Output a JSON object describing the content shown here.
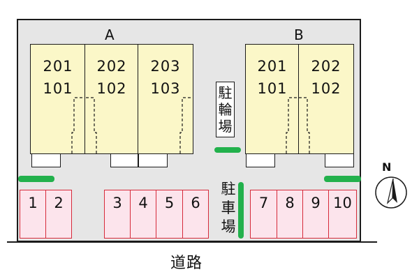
{
  "buildings": [
    {
      "label": "A",
      "units": [
        {
          "upper": "201",
          "lower": "101"
        },
        {
          "upper": "202",
          "lower": "102"
        },
        {
          "upper": "203",
          "lower": "103"
        }
      ]
    },
    {
      "label": "B",
      "units": [
        {
          "upper": "201",
          "lower": "101"
        },
        {
          "upper": "202",
          "lower": "102"
        }
      ]
    }
  ],
  "bicycle_parking": {
    "label": "駐輪場"
  },
  "car_parking": {
    "label": "駐車場",
    "spaces": [
      "1",
      "2",
      "3",
      "4",
      "5",
      "6",
      "7",
      "8",
      "9",
      "10"
    ]
  },
  "road": {
    "label": "道路"
  },
  "compass": {
    "north_label": "N"
  },
  "colors": {
    "building_fill": "#fbf7c8",
    "parking_fill": "#fce4ec",
    "parking_border": "#d62a3a",
    "marker_green": "#22b14c",
    "site_fill": "#e6e6e6"
  }
}
